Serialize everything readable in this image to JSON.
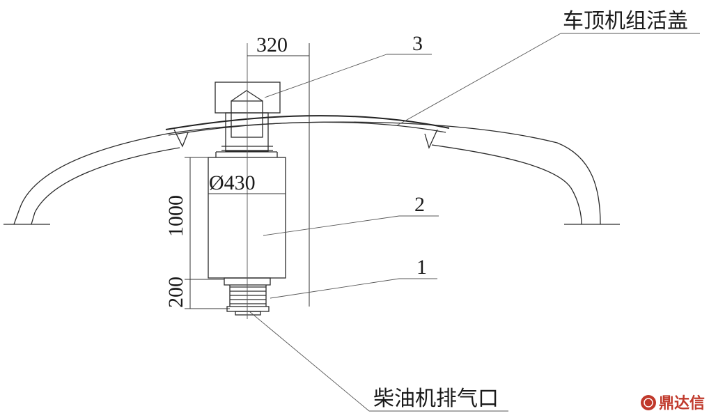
{
  "labels": {
    "roof_cover": "车顶机组活盖",
    "exhaust_port": "柴油机排气口",
    "part_1": "1",
    "part_2": "2",
    "part_3": "3"
  },
  "dimensions": {
    "offset": "320",
    "diameter": "Ø430",
    "height_main": "1000",
    "height_base": "200"
  },
  "watermark": {
    "text": "鼎达信",
    "color": "#c0392b"
  }
}
